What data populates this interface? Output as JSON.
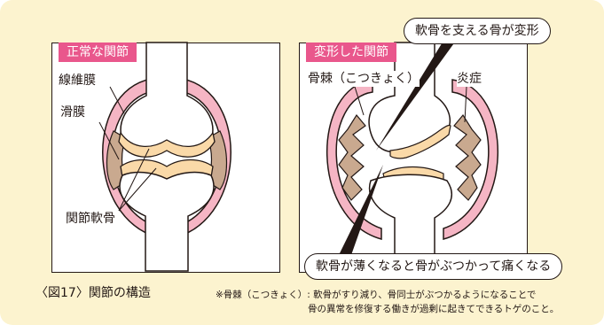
{
  "normal": {
    "title": "正常な関節",
    "labels": {
      "membrane": "線維膜",
      "synovium": "滑膜",
      "cartilage": "関節軟骨"
    }
  },
  "deformed": {
    "title": "変形した関節",
    "labels": {
      "osteophyte": "骨棘（こつきょく）",
      "inflammation": "炎症"
    },
    "callout_top": "軟骨を支える骨が変形",
    "callout_bottom": "軟骨が薄くなると骨がぶつかって痛くなる"
  },
  "caption": "〈図17〉関節の構造",
  "footnote": {
    "line1": "※骨棘（こつきょく）: 軟骨がすり減り、骨同士がぶつかるようになることで",
    "line2": "骨の異常を修復する働きが過剰に起きてできるトゲのこと。"
  },
  "colors": {
    "background": "#fcf3cf",
    "tag": "#e9578c",
    "capsule": "#f5b5c4",
    "cartilage": "#fad9a8",
    "synovium": "#c9a98f"
  }
}
